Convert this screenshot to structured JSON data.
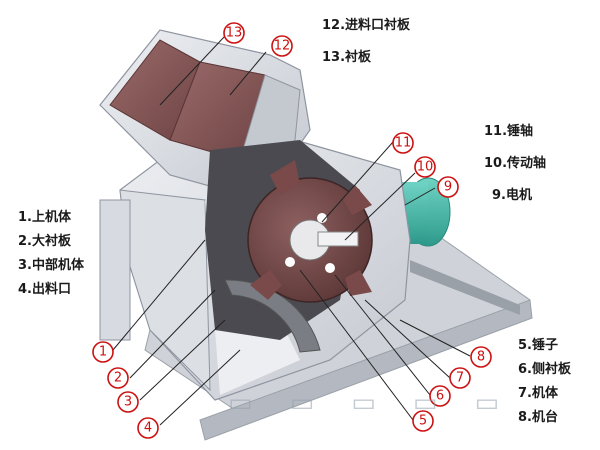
{
  "legend_top": [
    "12.进料口衬板",
    "13.衬板"
  ],
  "legend_right_upper": [
    "11.锤轴",
    "10.传动轴",
    "9.电机"
  ],
  "legend_left": [
    "1.上机体",
    "2.大衬板",
    "3.中部机体",
    "4.出料口"
  ],
  "legend_right_lower": [
    "5.锤子",
    "6.侧衬板",
    "7.机体",
    "8.机台"
  ],
  "callouts": [
    "13",
    "12",
    "11",
    "10",
    "9",
    "1",
    "2",
    "3",
    "4",
    "5",
    "6",
    "7",
    "8"
  ],
  "colors": {
    "callout_red": "#cc1111",
    "liner_brown": "#8a5a5a",
    "body_grey": "#d9dbe0",
    "motor_teal": "#3fb7a6"
  }
}
